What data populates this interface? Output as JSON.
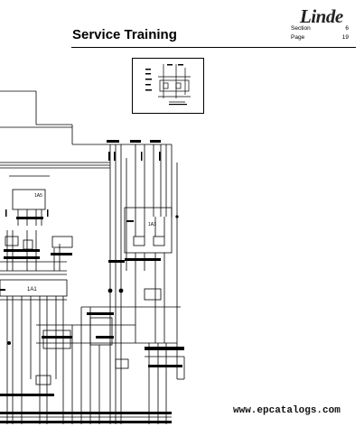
{
  "header": {
    "brand": "Linde",
    "title": "Service Training",
    "section_label": "Section",
    "section_value": "6",
    "page_label": "Page",
    "page_value": "19"
  },
  "schematic": {
    "module_label": "1A1",
    "relay_label_1": "1A5",
    "relay_label_2": "1A3"
  },
  "footer": {
    "watermark": "www.epcatalogs.com"
  }
}
